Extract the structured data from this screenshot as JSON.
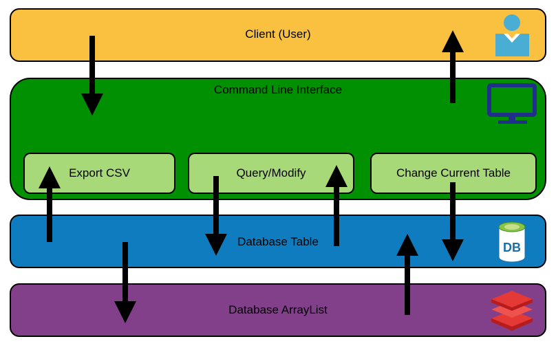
{
  "layers": {
    "client": {
      "label": "Client (User)",
      "color": "#f9c13f",
      "icon": "user-icon"
    },
    "cli": {
      "label": "Command Line Interface",
      "color": "#019001",
      "icon": "monitor-icon",
      "boxes": [
        {
          "label": "Export CSV"
        },
        {
          "label": "Query/Modify"
        },
        {
          "label": "Change Current Table"
        }
      ],
      "box_color": "#a8d979"
    },
    "db_table": {
      "label": "Database Table",
      "color": "#0e7cbf",
      "icon": "database-icon",
      "icon_text": "DB"
    },
    "db_arraylist": {
      "label": "Database ArrayList",
      "color": "#823f8a",
      "icon": "layers-stack-icon"
    }
  }
}
